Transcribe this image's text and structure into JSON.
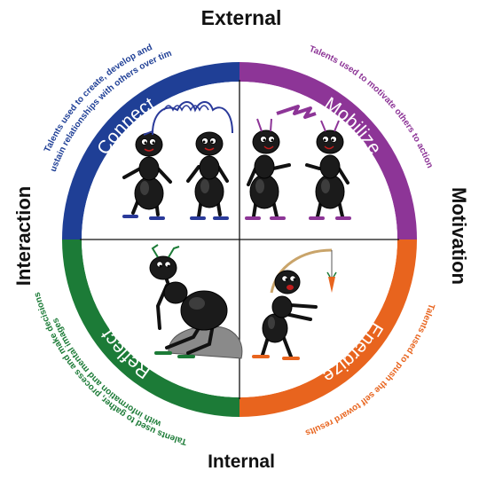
{
  "axes": {
    "top": "External",
    "bottom": "Internal",
    "left": "Interaction",
    "right": "Motivation"
  },
  "quadrants": {
    "connect": {
      "title": "Connect",
      "description_line1": "Talents used to create, develop and",
      "description_line2": "sustain relationships with others over time",
      "color": "#1f3f96"
    },
    "mobilize": {
      "title": "Mobilize",
      "description_line1": "Talents used to motivate others to action",
      "color": "#8d3597"
    },
    "reflect": {
      "title": "Reflect",
      "description_line1": "Talents used to gather, process and make decisions",
      "description_line2": "with information and mental images",
      "color": "#1c7b37"
    },
    "energize": {
      "title": "Energize",
      "description_line1": "Talents used to push the self toward results",
      "color": "#e8641e"
    }
  },
  "icons": {
    "connect": "two-ants-connected-antennae",
    "mobilize": "two-ants-lightning-spark",
    "reflect": "thinking-ant-on-rock",
    "energize": "ant-chasing-carrot-on-stick"
  }
}
